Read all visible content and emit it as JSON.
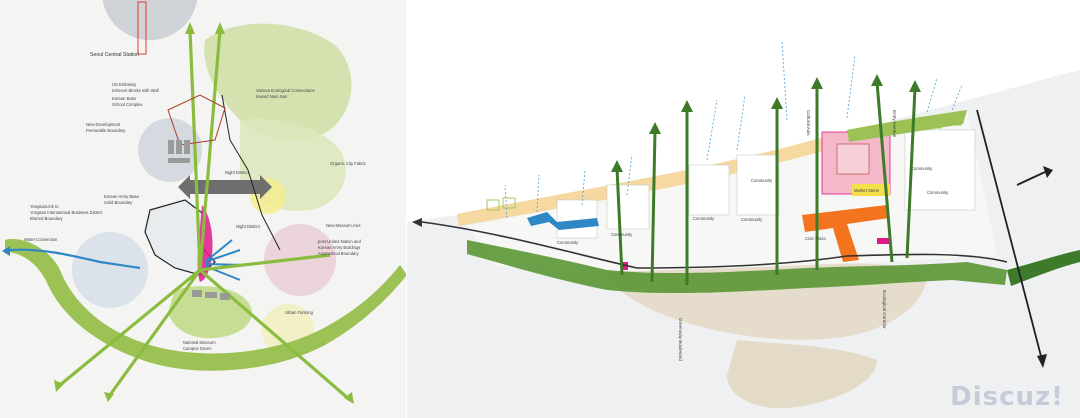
{
  "colors": {
    "green_band": "#9cc255",
    "forest_dark": "#3d7b2a",
    "eco_green": "#c8dc9a",
    "water_blue": "#2f87c6",
    "magenta": "#e0188a",
    "pink_zone": "#f3b9c8",
    "orange": "#f3731e",
    "yellow": "#f3e04a",
    "sand": "#f6d9a0",
    "gray_zone": "#cfd2d6"
  },
  "left_map": {
    "labels": {
      "seoul_station": "Seoul Central Station",
      "us_embassy_1": "US Embassy",
      "us_embassy_2": "Introvert Blocks with Wall",
      "us_embassy_3": "Korean Base",
      "us_embassy_4": "School Complex",
      "eco_1": "Various Ecological Connections",
      "eco_2": "toward Nam San",
      "new_dev_1": "New Development",
      "new_dev_2": "Permeable Boundary",
      "organic": "Organic City Fabric",
      "night_district": "Night District",
      "night_district_2": "Night District",
      "army_base_1": "Korean Army Base",
      "army_base_2": "Solid Boundary",
      "museum_axis": "New Museum Axis",
      "yongsan_1": "YongsanLink to",
      "yongsan_2": "Yongsan International Business District",
      "yongsan_3": "Blurred Boundary",
      "un_1": "post-United Nation and",
      "un_2": "Korean Army Buildings",
      "un_3": "Asymetrical Boundary",
      "water": "Water Connection",
      "museum_green_1": "National Museum",
      "museum_green_2": "Campus Green",
      "urban_farming": "Urban Farming"
    }
  },
  "right_map": {
    "vertical_labels": [
      "Greenway Boulevard",
      "Cultural Axis",
      "Ecological Corridor",
      "Entry Avenue"
    ],
    "block_labels": [
      "Community",
      "Community",
      "Community",
      "Community",
      "Community",
      "Community",
      "Community"
    ],
    "plaza_labels": [
      "Civic Plaza",
      "Market Street"
    ]
  },
  "watermark": "Discuz!"
}
